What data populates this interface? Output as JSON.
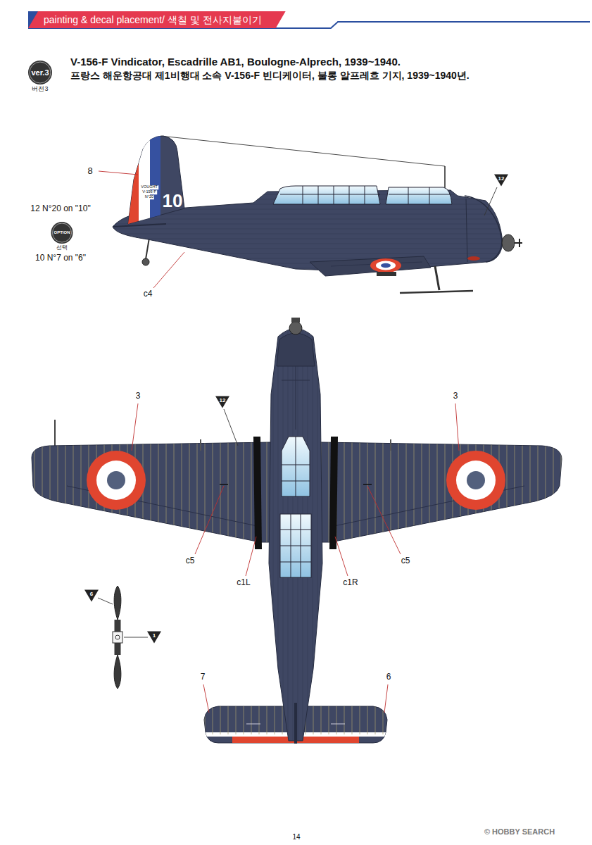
{
  "diagram": {
    "title": "V-156-F Vindicator, Escadrille AB1, Boulogne-Alprech, 1939~1940.",
    "nodes": [
      {
        "text": [
          "painting & decal placement/ 색칠 및 전사지붙이기"
        ]
      },
      {
        "text": [
          "ver.3",
          "버전3"
        ]
      },
      {
        "text": [
          "OPTION",
          "선택"
        ]
      },
      {
        "text": [
          "12"
        ]
      },
      {
        "text": [
          "12"
        ]
      },
      {
        "text": [
          "6"
        ]
      },
      {
        "text": [
          "1"
        ]
      }
    ],
    "labels": [
      "프랑스 해운항공대 제1비행대 소속 V-156-F 빈디케이터, 불롱 알프레흐 기지, 1939~1940년.",
      "8",
      "VOUGHT",
      "V-156-F",
      "N°20",
      "10",
      "12 N°20 on \"10\"",
      "10 N°7 on \"6\"",
      "c4",
      "3",
      "3",
      "c5",
      "c5",
      "c1L",
      "c1R",
      "7",
      "6",
      "14",
      "© HOBBY SEARCH"
    ]
  }
}
